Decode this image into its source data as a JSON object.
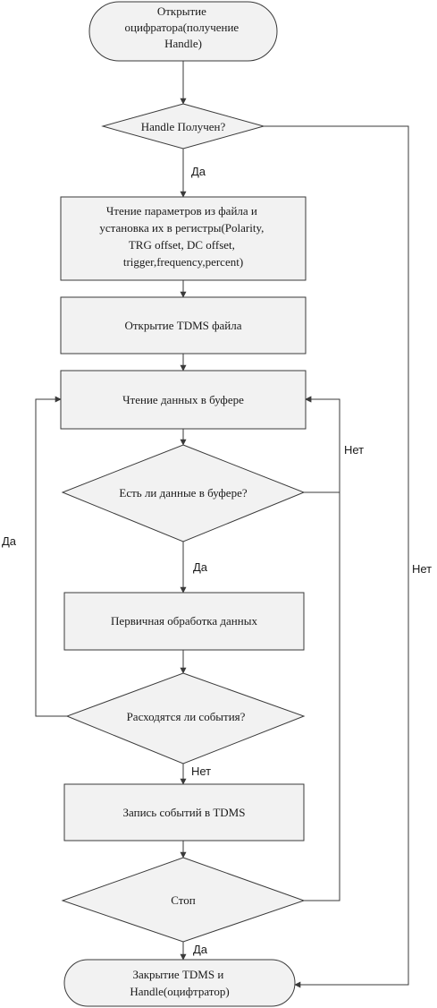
{
  "nodes": {
    "open_digitizer": [
      "Открытие",
      "оцифратора(получение",
      "Handle)"
    ],
    "handle_received": [
      "Handle Получен?"
    ],
    "read_params": [
      "Чтение параметров из файла и",
      "установка их в регистры(Polarity,",
      "TRG offset, DC offset,",
      "trigger,frequency,percent)"
    ],
    "open_tdms": [
      "Открытие TDMS файла"
    ],
    "read_buffer": [
      "Чтение данных в буфере"
    ],
    "data_in_buffer": [
      "Есть ли данные в буфере?"
    ],
    "primary_processing": [
      "Первичная обработка данных"
    ],
    "events_diverge": [
      "Расходятся ли события?"
    ],
    "write_events": [
      "Запись событий в TDMS"
    ],
    "stop": [
      "Стоп"
    ],
    "close_tdms": [
      "Закрытие TDMS и",
      "Handle(оцифтратор)"
    ]
  },
  "edge_labels": {
    "handle_yes": "Да",
    "handle_no": "Нет",
    "buffer_yes": "Да",
    "buffer_no": "Нет",
    "events_yes": "Да",
    "events_no": "Нет",
    "stop_yes": "Да"
  }
}
